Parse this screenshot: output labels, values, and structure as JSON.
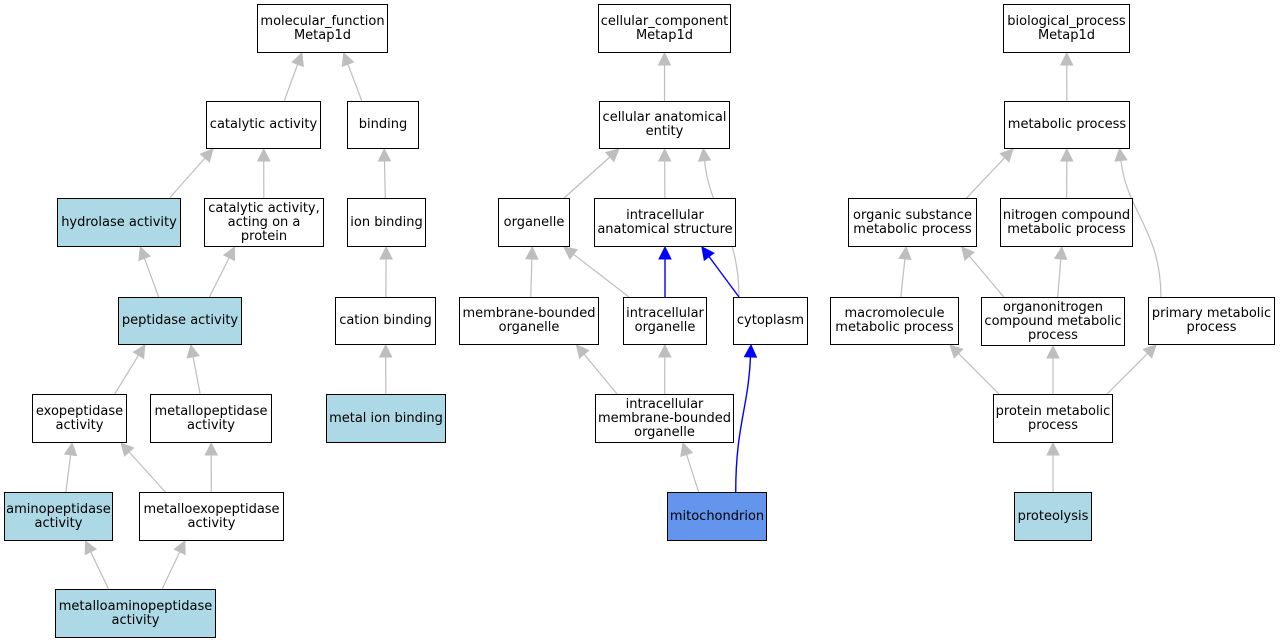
{
  "colors": {
    "edge_default": "#bebebe",
    "edge_highlight": "#0000ff",
    "node_default": "#ffffff",
    "node_light": "#add8e6",
    "node_focus": "#6495ed"
  },
  "nodes": {
    "mf_root": "molecular_function\nMetap1d",
    "catalytic": "catalytic activity",
    "binding": "binding",
    "hydrolase": "hydrolase activity",
    "cat_protein": "catalytic activity,\nacting on a\nprotein",
    "ion_binding": "ion binding",
    "peptidase": "peptidase activity",
    "cation_binding": "cation binding",
    "exopeptidase": "exopeptidase\nactivity",
    "metallopeptidase": "metallopeptidase\nactivity",
    "metal_ion_binding": "metal ion binding",
    "aminopeptidase": "aminopeptidase\nactivity",
    "metalloexopeptidase": "metalloexopeptidase\nactivity",
    "metalloaminopeptidase": "metalloaminopeptidase\nactivity",
    "cc_root": "cellular_component\nMetap1d",
    "cell_anat": "cellular anatomical\nentity",
    "organelle": "organelle",
    "intra_anat": "intracellular\nanatomical structure",
    "membrane_organelle": "membrane-bounded\norganelle",
    "intra_organelle": "intracellular\norganelle",
    "cytoplasm": "cytoplasm",
    "intra_membrane_organelle": "intracellular\nmembrane-bounded\norganelle",
    "mitochondrion": "mitochondrion",
    "bp_root": "biological_process\nMetap1d",
    "metabolic": "metabolic process",
    "organic_sub": "organic substance\nmetabolic process",
    "nitrogen_comp": "nitrogen compound\nmetabolic process",
    "macromolecule": "macromolecule\nmetabolic process",
    "organonitrogen": "organonitrogen\ncompound metabolic\nprocess",
    "primary_metabolic": "primary metabolic\nprocess",
    "protein_metabolic": "protein metabolic\nprocess",
    "proteolysis": "proteolysis"
  },
  "edges": [
    {
      "from": "catalytic",
      "to": "mf_root",
      "highlight": false
    },
    {
      "from": "binding",
      "to": "mf_root",
      "highlight": false
    },
    {
      "from": "hydrolase",
      "to": "catalytic",
      "highlight": false
    },
    {
      "from": "cat_protein",
      "to": "catalytic",
      "highlight": false
    },
    {
      "from": "ion_binding",
      "to": "binding",
      "highlight": false
    },
    {
      "from": "peptidase",
      "to": "hydrolase",
      "highlight": false
    },
    {
      "from": "peptidase",
      "to": "cat_protein",
      "highlight": false
    },
    {
      "from": "cation_binding",
      "to": "ion_binding",
      "highlight": false
    },
    {
      "from": "exopeptidase",
      "to": "peptidase",
      "highlight": false
    },
    {
      "from": "metallopeptidase",
      "to": "peptidase",
      "highlight": false
    },
    {
      "from": "metal_ion_binding",
      "to": "cation_binding",
      "highlight": false
    },
    {
      "from": "aminopeptidase",
      "to": "exopeptidase",
      "highlight": false
    },
    {
      "from": "metalloexopeptidase",
      "to": "exopeptidase",
      "highlight": false
    },
    {
      "from": "metalloexopeptidase",
      "to": "metallopeptidase",
      "highlight": false
    },
    {
      "from": "metalloaminopeptidase",
      "to": "aminopeptidase",
      "highlight": false
    },
    {
      "from": "metalloaminopeptidase",
      "to": "metalloexopeptidase",
      "highlight": false
    },
    {
      "from": "cell_anat",
      "to": "cc_root",
      "highlight": false
    },
    {
      "from": "organelle",
      "to": "cell_anat",
      "highlight": false
    },
    {
      "from": "intra_anat",
      "to": "cell_anat",
      "highlight": false
    },
    {
      "from": "cytoplasm",
      "to": "cell_anat",
      "highlight": false,
      "curve": true
    },
    {
      "from": "membrane_organelle",
      "to": "organelle",
      "highlight": false
    },
    {
      "from": "intra_organelle",
      "to": "organelle",
      "highlight": false
    },
    {
      "from": "intra_organelle",
      "to": "intra_anat",
      "highlight": true
    },
    {
      "from": "cytoplasm",
      "to": "intra_anat",
      "highlight": true
    },
    {
      "from": "intra_membrane_organelle",
      "to": "membrane_organelle",
      "highlight": false
    },
    {
      "from": "intra_membrane_organelle",
      "to": "intra_organelle",
      "highlight": false
    },
    {
      "from": "mitochondrion",
      "to": "intra_membrane_organelle",
      "highlight": false
    },
    {
      "from": "mitochondrion",
      "to": "cytoplasm",
      "highlight": true,
      "curve": true
    },
    {
      "from": "metabolic",
      "to": "bp_root",
      "highlight": false
    },
    {
      "from": "organic_sub",
      "to": "metabolic",
      "highlight": false
    },
    {
      "from": "nitrogen_comp",
      "to": "metabolic",
      "highlight": false
    },
    {
      "from": "primary_metabolic",
      "to": "metabolic",
      "highlight": false,
      "curve": true
    },
    {
      "from": "macromolecule",
      "to": "organic_sub",
      "highlight": false
    },
    {
      "from": "organonitrogen",
      "to": "organic_sub",
      "highlight": false
    },
    {
      "from": "organonitrogen",
      "to": "nitrogen_comp",
      "highlight": false
    },
    {
      "from": "protein_metabolic",
      "to": "macromolecule",
      "highlight": false
    },
    {
      "from": "protein_metabolic",
      "to": "organonitrogen",
      "highlight": false
    },
    {
      "from": "protein_metabolic",
      "to": "primary_metabolic",
      "highlight": false
    },
    {
      "from": "proteolysis",
      "to": "protein_metabolic",
      "highlight": false
    }
  ]
}
